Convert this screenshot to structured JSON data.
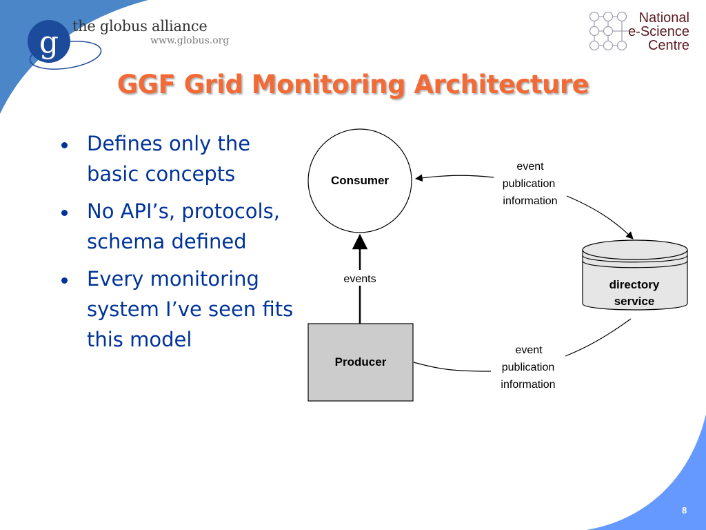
{
  "slide": {
    "title": "GGF Grid Monitoring Architecture",
    "page_number": "8"
  },
  "logos": {
    "globus": {
      "letter": "g",
      "name": "the globus alliance",
      "url": "www.globus.org"
    },
    "nesc": {
      "lines": [
        "National",
        "e-Science",
        "Centre"
      ]
    }
  },
  "bullets": [
    {
      "text": "Defines only the basic concepts"
    },
    {
      "text": "No API’s, protocols, schema defined"
    },
    {
      "text": "Every monitoring system I’ve seen fits this model"
    }
  ],
  "diagram": {
    "nodes": {
      "consumer": "Consumer",
      "producer": "Producer",
      "directory_line1": "directory",
      "directory_line2": "service"
    },
    "edges": {
      "events": "events",
      "top_info": [
        "event",
        "publication",
        "information"
      ],
      "bottom_info": [
        "event",
        "publication",
        "information"
      ]
    }
  },
  "colors": {
    "accent_blue": "#4a86c8",
    "corner_blue": "#6699ff",
    "title_orange": "#f26a36",
    "bullet_blue": "#003399",
    "globus_navy": "#1d4b9c",
    "nesc_maroon": "#5a1a22"
  }
}
